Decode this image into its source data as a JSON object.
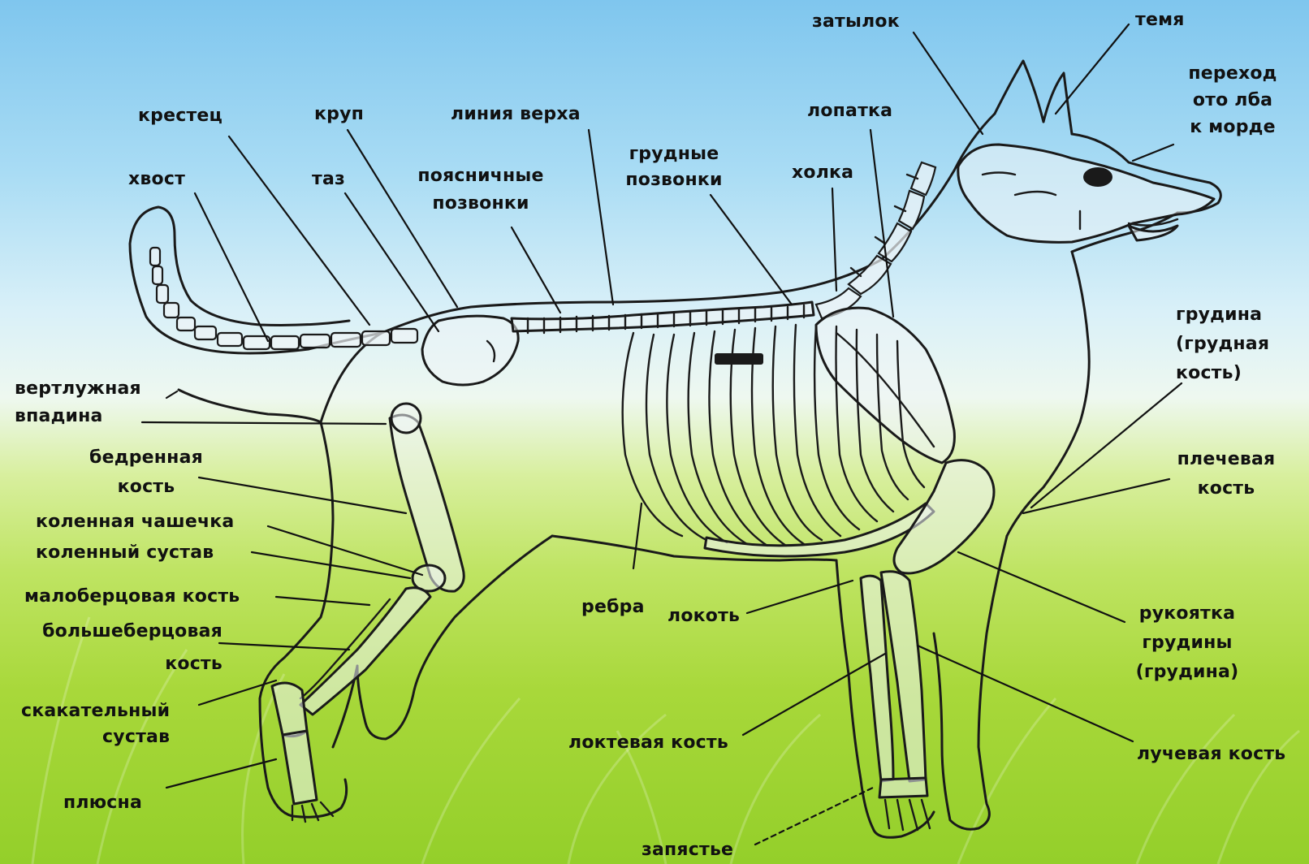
{
  "labels": {
    "zatylok": "затылок",
    "temya": "темя",
    "perehod": "переход\nото лба\nк морде",
    "krestets": "крестец",
    "krup": "круп",
    "liniya_verha": "линия верха",
    "lopatka": "лопатка",
    "grudnye_pozvonki": "грудные\nпозвонки",
    "hvost": "хвост",
    "taz": "таз",
    "poyasnichnye_pozvonki": "поясничные\nпозвонки",
    "holka": "холка",
    "grudina": "грудина\n(грудная\nкость)",
    "vertluzhnaya_vpadina": "вертлужная\nвпадина",
    "bedrennaya_kost": "бедренная\nкость",
    "kolennaya_chashechka": "коленная чашечка",
    "kolennyi_sustav": "коленный сустав",
    "plechevaya_kost": "плечевая\nкость",
    "maloberczovaya_kost": "малоберцовая кость",
    "bolshebercovaya_kost": "большеберцовая\nкость",
    "rebra": "ребра",
    "lokot": "локоть",
    "rukoyatka_grudiny": "рукоятка\nгрудины\n(грудина)",
    "skakatelnyi_sustav": "скакательный\nсустав",
    "loktevaya_kost": "локтевая кость",
    "luchevaya_kost": "лучевая кость",
    "plyusna": "плюсна",
    "zapyastie": "запястье"
  },
  "colors": {
    "sky_top": "#7fc6ee",
    "grass_bottom": "#94cf2a",
    "ink": "#111111"
  }
}
